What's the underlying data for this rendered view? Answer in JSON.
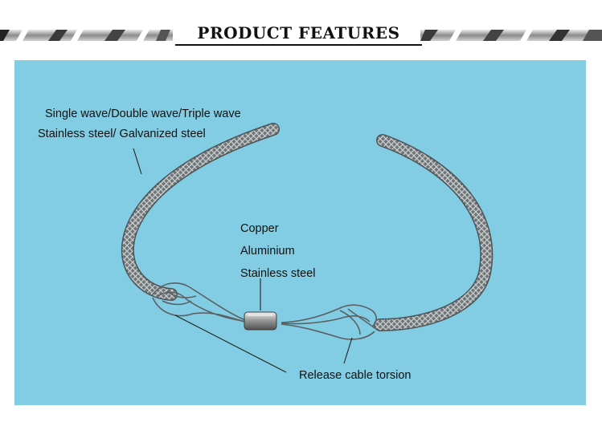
{
  "header": {
    "title": "PRODUCT FEATURES"
  },
  "photo": {
    "subject": "cable-sock-icon",
    "background_color": "#82cde3",
    "mesh_color": "#8a8f92"
  },
  "annotations": {
    "wave_types": "Single wave/Double wave/Triple wave",
    "mesh_materials": "Stainless steel/ Galvanized steel",
    "sleeve_material_1": "Copper",
    "sleeve_material_2": "Aluminium",
    "sleeve_material_3": "Stainless steel",
    "release_feature": "Release cable torsion"
  }
}
